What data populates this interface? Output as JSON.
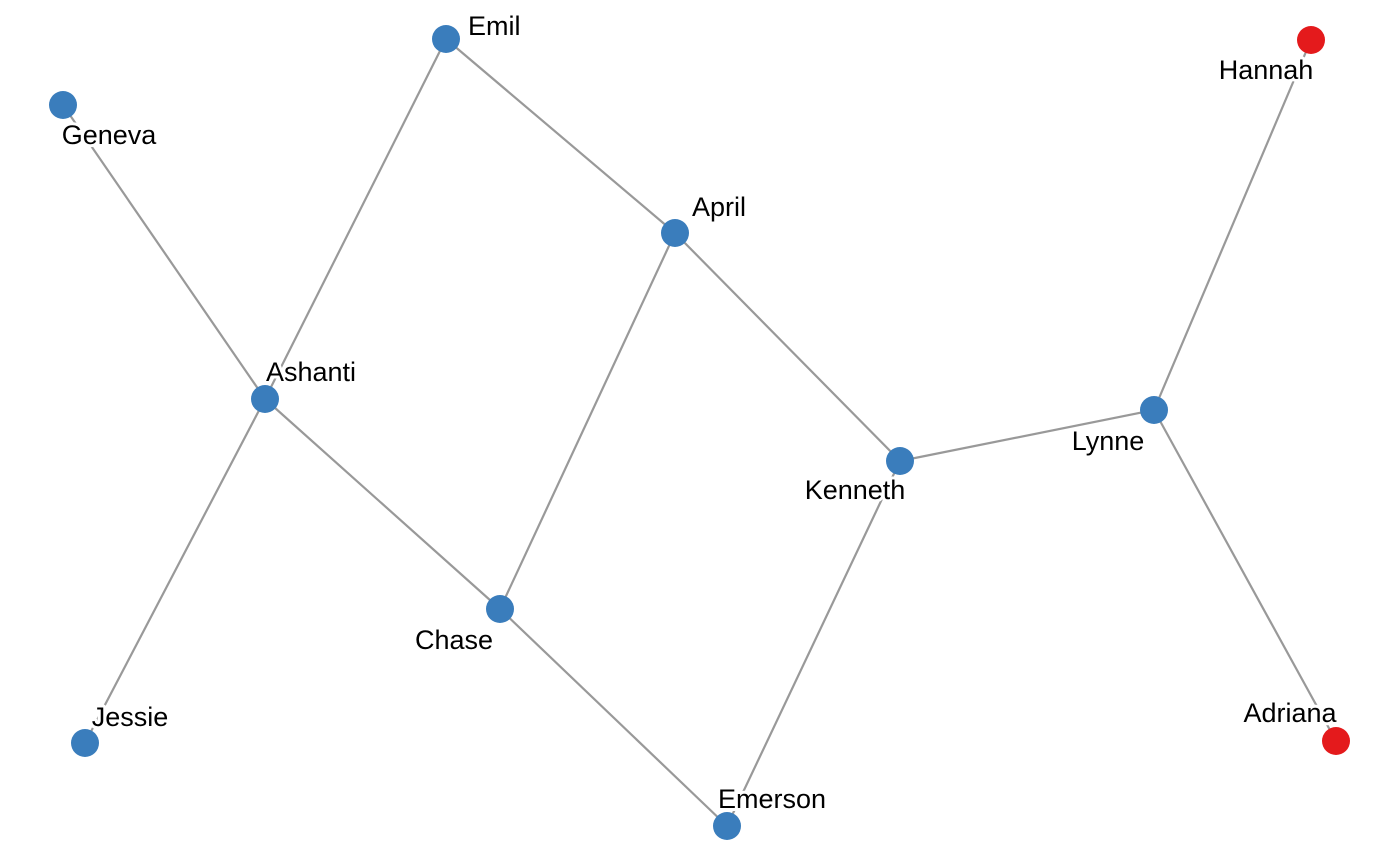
{
  "graph": {
    "colors": {
      "edge": "#999999",
      "node_default": "#3a7dbc",
      "node_highlight": "#e41a1c",
      "label": "#000000"
    },
    "nodes": [
      {
        "id": "emil",
        "label": "Emil",
        "group": "default"
      },
      {
        "id": "hannah",
        "label": "Hannah",
        "group": "highlight"
      },
      {
        "id": "geneva",
        "label": "Geneva",
        "group": "default"
      },
      {
        "id": "april",
        "label": "April",
        "group": "default"
      },
      {
        "id": "ashanti",
        "label": "Ashanti",
        "group": "default"
      },
      {
        "id": "lynne",
        "label": "Lynne",
        "group": "default"
      },
      {
        "id": "kenneth",
        "label": "Kenneth",
        "group": "default"
      },
      {
        "id": "chase",
        "label": "Chase",
        "group": "default"
      },
      {
        "id": "jessie",
        "label": "Jessie",
        "group": "default"
      },
      {
        "id": "adriana",
        "label": "Adriana",
        "group": "highlight"
      },
      {
        "id": "emerson",
        "label": "Emerson",
        "group": "default"
      }
    ],
    "edges": [
      {
        "source": "geneva",
        "target": "ashanti"
      },
      {
        "source": "emil",
        "target": "ashanti"
      },
      {
        "source": "emil",
        "target": "april"
      },
      {
        "source": "ashanti",
        "target": "jessie"
      },
      {
        "source": "ashanti",
        "target": "chase"
      },
      {
        "source": "april",
        "target": "chase"
      },
      {
        "source": "april",
        "target": "kenneth"
      },
      {
        "source": "chase",
        "target": "emerson"
      },
      {
        "source": "kenneth",
        "target": "emerson"
      },
      {
        "source": "kenneth",
        "target": "lynne"
      },
      {
        "source": "lynne",
        "target": "hannah"
      },
      {
        "source": "lynne",
        "target": "adriana"
      }
    ]
  }
}
